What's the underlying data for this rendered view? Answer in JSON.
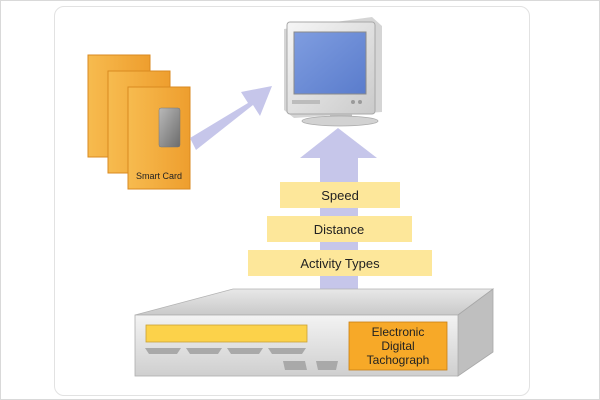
{
  "smart_card": {
    "label": "Smart Card"
  },
  "data_labels": [
    {
      "id": "speed",
      "text": "Speed"
    },
    {
      "id": "distance",
      "text": "Distance"
    },
    {
      "id": "activity-types",
      "text": "Activity Types"
    }
  ],
  "tachograph": {
    "label_lines": [
      "Electronic",
      "Digital",
      "Tachograph"
    ]
  },
  "colors": {
    "card": "#f1a43a",
    "card_light": "#f8c060",
    "chip": "#8c8c8c",
    "arrow": "#c6c6ea",
    "label_band": "#fde79a",
    "slot": "#fcd24a",
    "tacho_label": "#f7a928",
    "screen": "#6f8fd6"
  }
}
